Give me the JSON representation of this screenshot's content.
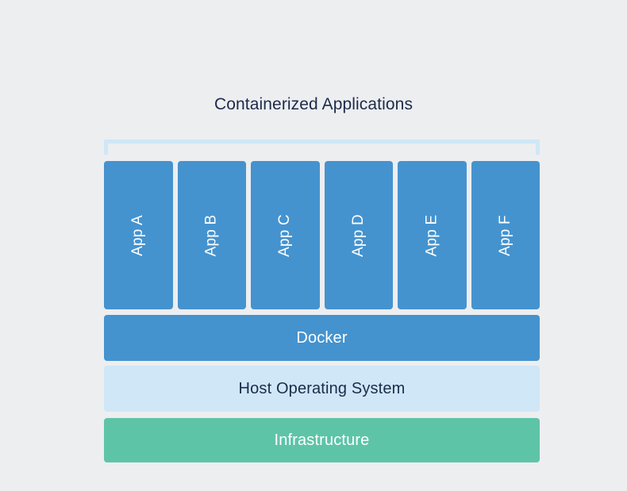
{
  "diagram": {
    "title": "Containerized Applications",
    "background_color": "#edeef0",
    "title_color": "#1c2b4a",
    "bracket": {
      "name": "containerized-applications-bracket",
      "color": "#cfe7f7"
    },
    "apps": [
      {
        "label": "App A",
        "color": "#4493cf",
        "text_color": "#ffffff"
      },
      {
        "label": "App B",
        "color": "#4493cf",
        "text_color": "#ffffff"
      },
      {
        "label": "App C",
        "color": "#4493cf",
        "text_color": "#ffffff"
      },
      {
        "label": "App D",
        "color": "#4493cf",
        "text_color": "#ffffff"
      },
      {
        "label": "App E",
        "color": "#4493cf",
        "text_color": "#ffffff"
      },
      {
        "label": "App F",
        "color": "#4493cf",
        "text_color": "#ffffff"
      }
    ],
    "layers": [
      {
        "label": "Docker",
        "color": "#4493cf",
        "text_color": "#ffffff"
      },
      {
        "label": "Host Operating System",
        "color": "#cfe7f7",
        "text_color": "#1c2b4a"
      },
      {
        "label": "Infrastructure",
        "color": "#5ec4a7",
        "text_color": "#ffffff"
      }
    ]
  }
}
